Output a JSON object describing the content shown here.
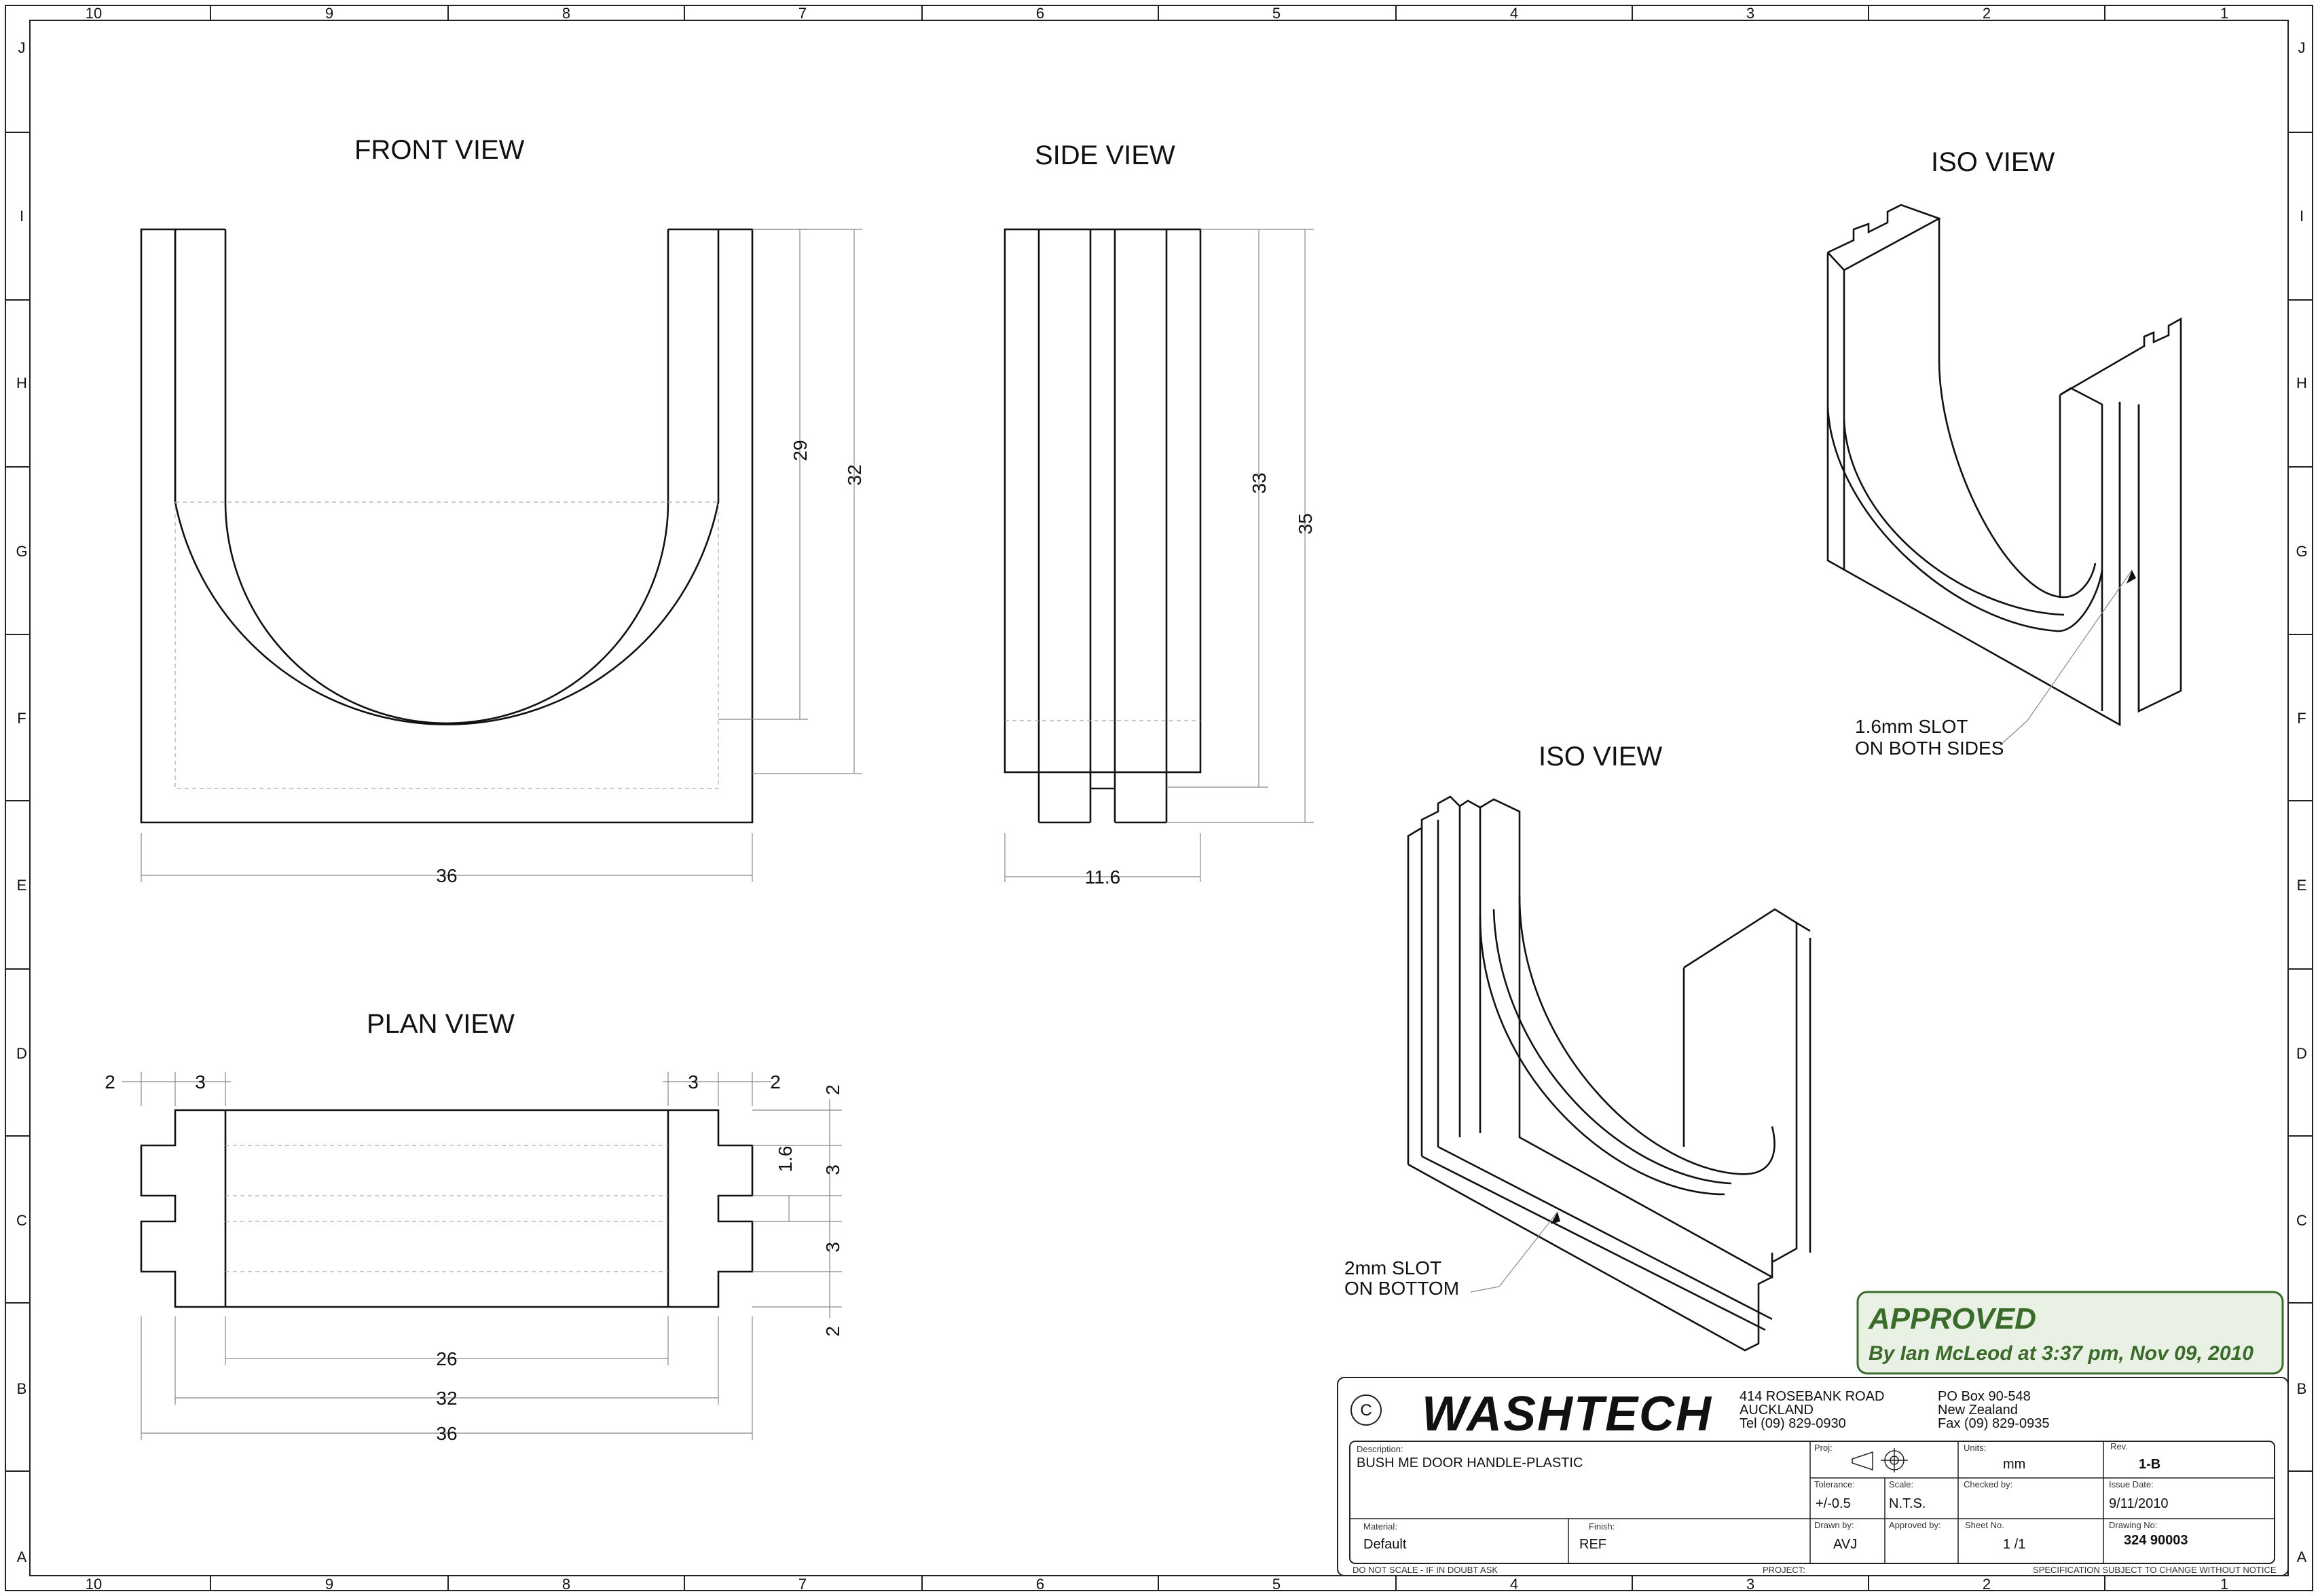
{
  "views": {
    "front": "FRONT VIEW",
    "side": "SIDE VIEW",
    "plan": "PLAN VIEW",
    "iso_top": "ISO VIEW",
    "iso_bottom": "ISO VIEW"
  },
  "dimensions": {
    "front_height_inner": "29",
    "front_height_outer": "32",
    "front_width": "36",
    "side_height_inner": "33",
    "side_height_outer": "35",
    "side_width": "11.6",
    "plan_left_2": "2",
    "plan_left_3": "3",
    "plan_right_3": "3",
    "plan_right_2": "2",
    "plan_r_2_top": "2",
    "plan_slot": "1.6",
    "plan_r_3a": "3",
    "plan_r_3b": "3",
    "plan_r_2_bot": "2",
    "plan_26": "26",
    "plan_32": "32",
    "plan_36": "36"
  },
  "notes": {
    "slot_sides_1": "1.6mm SLOT",
    "slot_sides_2": "ON BOTH SIDES",
    "slot_bottom_1": "2mm SLOT",
    "slot_bottom_2": "ON BOTTOM"
  },
  "stamp": {
    "approved": "APPROVED",
    "by": "By Ian McLeod at 3:37 pm, Nov 09, 2010"
  },
  "zones": {
    "columns": [
      "10",
      "9",
      "8",
      "7",
      "6",
      "5",
      "4",
      "3",
      "2",
      "1"
    ],
    "rows": [
      "J",
      "I",
      "H",
      "G",
      "F",
      "E",
      "D",
      "C",
      "B",
      "A"
    ]
  },
  "title_block": {
    "copyright": "C",
    "company": "WASHTECH",
    "address_1": "414 ROSEBANK ROAD",
    "address_2": "AUCKLAND",
    "address_3": "Tel (09) 829-0930",
    "po_1": "PO Box 90-548",
    "po_2": "New Zealand",
    "po_3": "Fax (09) 829-0935",
    "description_label": "Description:",
    "description": "BUSH ME DOOR HANDLE-PLASTIC",
    "proj_label": "Proj:",
    "units_label": "Units:",
    "units": "mm",
    "rev_label": "Rev.",
    "rev": "1-B",
    "tolerance_label": "Tolerance:",
    "tolerance": "+/-0.5",
    "scale_label": "Scale:",
    "scale": "N.T.S.",
    "checked_label": "Checked by:",
    "issue_label": "Issue Date:",
    "issue_date": "9/11/2010",
    "material_label": "Material:",
    "material": "Default",
    "finish_label": "Finish:",
    "finish": "REF",
    "drawn_label": "Drawn by:",
    "drawn": "AVJ",
    "approved_label": "Approved by:",
    "sheet_label": "Sheet No.",
    "sheet": "1  /1",
    "drawing_label": "Drawing No:",
    "drawing_no": "324 90003",
    "do_not_scale": "DO NOT SCALE - IF IN DOUBT ASK",
    "project_label": "PROJECT:",
    "spec_notice": "SPECIFICATION SUBJECT TO CHANGE WITHOUT NOTICE"
  },
  "colors": {
    "stamp_green": "#3a6b2a",
    "stamp_fill": "#e8f1e4"
  }
}
